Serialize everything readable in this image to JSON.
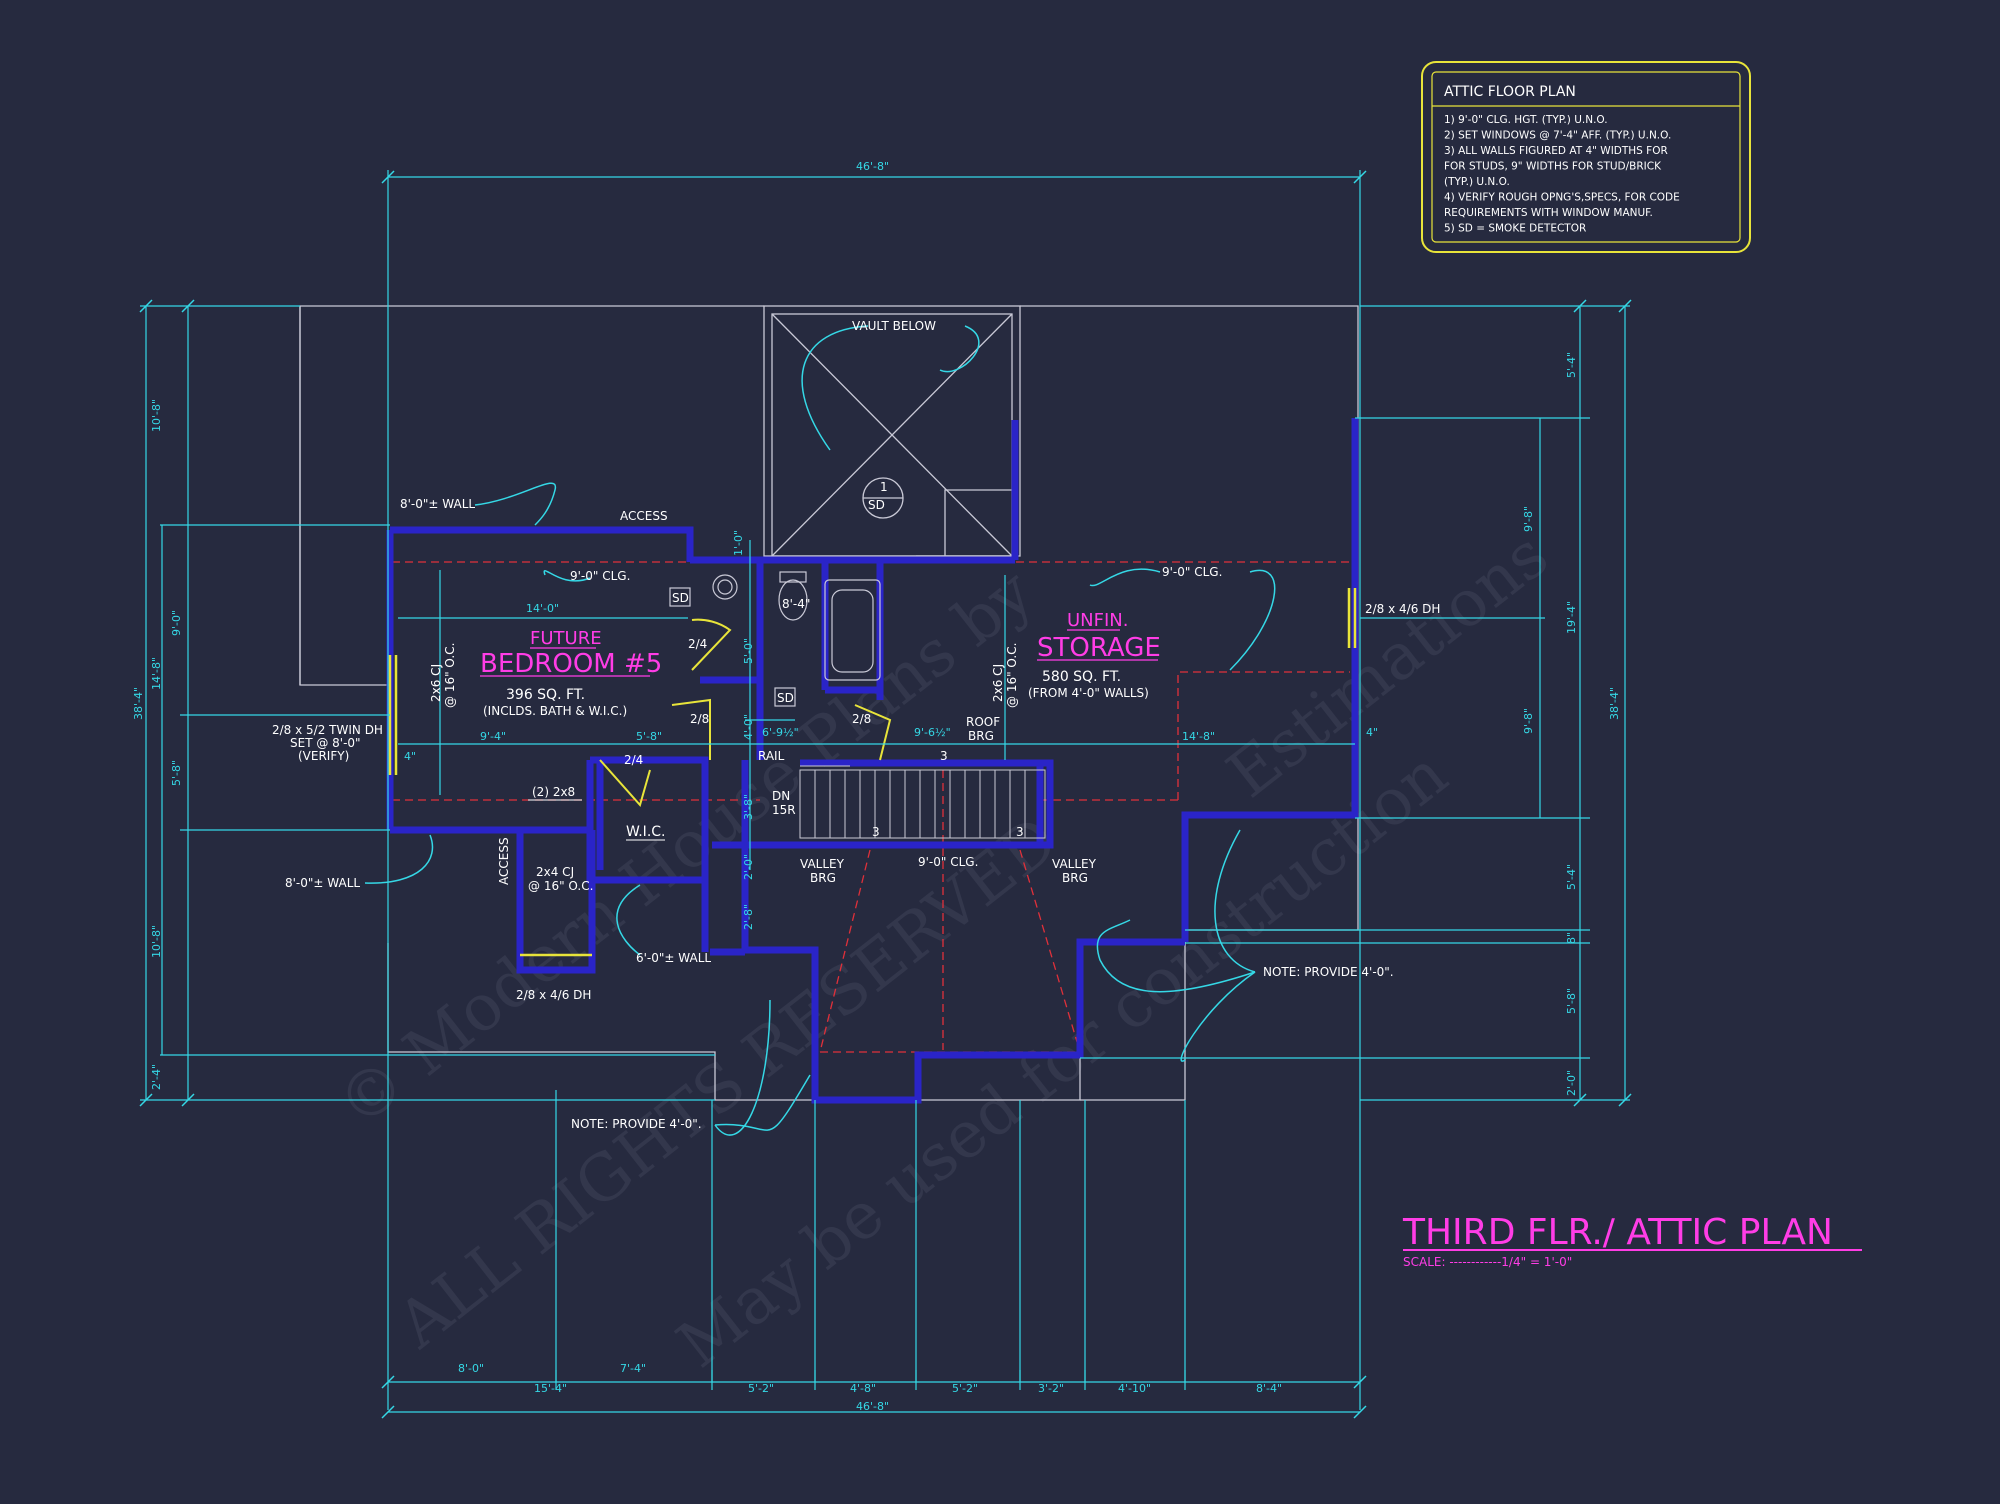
{
  "colors": {
    "background": "#262a3f",
    "dimension": "#35d8e6",
    "wall": "#2a24c8",
    "outline": "#c9c9d6",
    "title": "#ff3de6",
    "notes_border": "#e8e43a",
    "hidden_line": "#e0303a"
  },
  "notes": {
    "title": "ATTIC FLOOR PLAN",
    "items": [
      "1) 9'-0\"  CLG. HGT. (TYP.) U.N.O.",
      "2) SET WINDOWS @ 7'-4\" AFF. (TYP.) U.N.O.",
      "3) ALL WALLS FIGURED AT 4\" WIDTHS FOR",
      "    FOR STUDS, 9\" WIDTHS FOR STUD/BRICK",
      "    (TYP.) U.N.O.",
      "4) VERIFY ROUGH OPNG'S,SPECS, FOR CODE",
      "    REQUIREMENTS WITH WINDOW MANUF.",
      "5) SD = SMOKE DETECTOR"
    ]
  },
  "plan_title": "THIRD FLR./ ATTIC PLAN",
  "scale": "SCALE: ------------1/4\" = 1'-0\"",
  "rooms": {
    "bedroom_future": "FUTURE",
    "bedroom_name": "BEDROOM #5",
    "bedroom_area": "396 SQ. FT.",
    "bedroom_note": "(INCLDS. BATH & W.I.C.)",
    "storage_unfin": "UNFIN.",
    "storage_name": "STORAGE",
    "storage_area": "580 SQ. FT.",
    "storage_note": "(FROM 4'-0\" WALLS)",
    "wic": "W.I.C."
  },
  "labels": {
    "vault_below": "VAULT BELOW",
    "sd": "SD",
    "access_top": "ACCESS",
    "access_side": "ACCESS",
    "clg_bed": "9'-0\" CLG.",
    "clg_storage": "9'-0\" CLG.",
    "clg_hall": "9'-0\" CLG.",
    "wall_top": "8'-0\"± WALL",
    "wall_left": "8'-0\"± WALL",
    "wall_bottom": "6'-0\"± WALL",
    "window_left_1": "2/8 x 5/2 TWIN DH",
    "window_left_2": "SET @ 8'-0\"",
    "window_left_3": "(VERIFY)",
    "window_right": "2/8 x 4/6 DH",
    "window_bottom": "2/8 x 4/6 DH",
    "rail": "RAIL",
    "dn": "DN",
    "risers": "15R",
    "roof_brg_1": "ROOF",
    "roof_brg_2": "BRG",
    "valley_1": "VALLEY",
    "valley_2": "BRG",
    "valley_3": "VALLEY",
    "valley_4": "BRG",
    "note_provide_1": "NOTE: PROVIDE 4'-0\".",
    "note_provide_2": "NOTE: PROVIDE 4'-0\".",
    "two_by_eight": "(2) 2x8",
    "cj_small_1": "2x4 CJ",
    "cj_small_2": "@ 16\" O.C.",
    "cj_bed_1": "2x6 CJ",
    "cj_bed_2": "@ 16\" O.C.",
    "cj_sto_1": "2x6 CJ",
    "cj_sto_2": "@ 16\" O.C.",
    "door_24a": "2/4",
    "door_28a": "2/8",
    "door_24b": "2/4",
    "door_28b": "2/8",
    "bath_84": "8'-4\"",
    "three_1": "3",
    "three_2": "3",
    "three_3": "3"
  },
  "dims": {
    "top_overall": "46'-8\"",
    "bottom_overall": "46'-8\"",
    "bottom_8_0": "8'-0\"",
    "bottom_15_4": "15'-4\"",
    "bottom_7_4": "7'-4\"",
    "bottom_5_2a": "5'-2\"",
    "bottom_4_8": "4'-8\"",
    "bottom_5_2b": "5'-2\"",
    "bottom_3_2": "3'-2\"",
    "bottom_4_10": "4'-10\"",
    "bottom_8_4": "8'-4\"",
    "left_overall": "38'-4\"",
    "left_10_8a": "10'-8\"",
    "left_14_8": "14'-8\"",
    "left_9_0": "9'-0\"",
    "left_5_8": "5'-8\"",
    "left_10_8b": "10'-8\"",
    "left_2_4": "2'-4\"",
    "right_overall": "38'-4\"",
    "right_5_4a": "5'-4\"",
    "right_9_8a": "9'-8\"",
    "right_19_4": "19'-4\"",
    "right_9_8b": "9'-8\"",
    "right_5_4b": "5'-4\"",
    "right_8": "8\"",
    "right_5_8": "5'-8\"",
    "right_2_0": "2'-0\"",
    "bed_14_0": "14'-0\"",
    "bed_9_4": "9'-4\"",
    "bed_5_8": "5'-8\"",
    "bed_4": "4\"",
    "hall_6_9": "6'-9½\"",
    "hall_9_6": "9'-6½\"",
    "sto_14_8": "14'-8\"",
    "sto_4": "4\"",
    "v_1_0": "1'-0\"",
    "v_5_0": "5'-0\"",
    "v_4_0": "4'-0\"",
    "v_3_8": "3'-8\"",
    "v_2_0": "2'-0\"",
    "v_2_8": "2'-8\""
  },
  "watermark": {
    "line1": "© Modern House Plans by",
    "line2": "May be used for construction",
    "line3": "ALL RIGHTS RESERVED",
    "line4": "Estimations"
  }
}
